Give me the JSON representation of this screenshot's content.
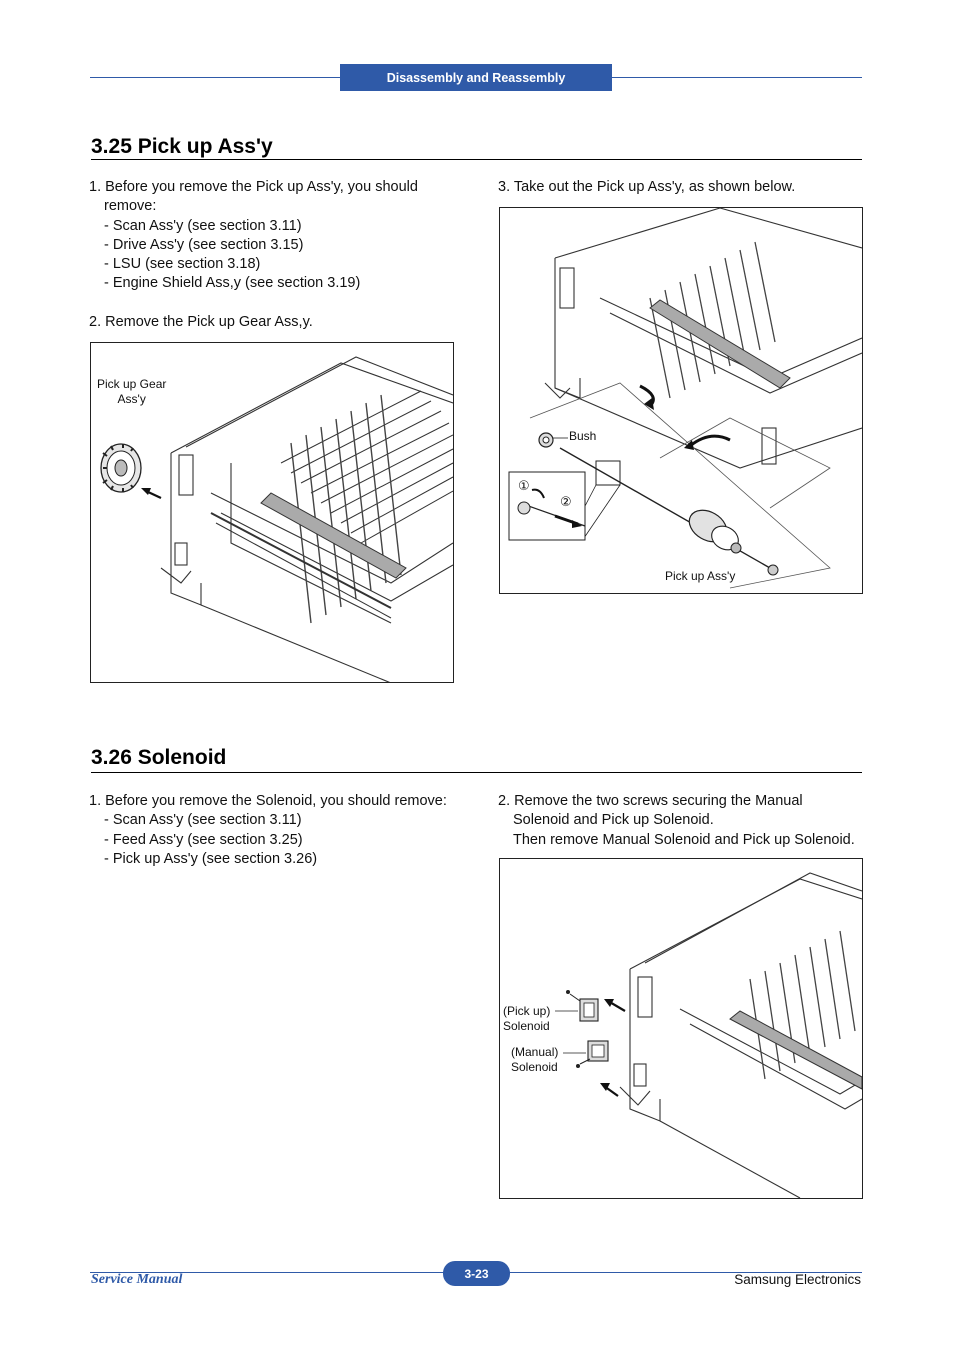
{
  "header": {
    "tab_label": "Disassembly and Reassembly"
  },
  "colors": {
    "accent": "#2f5aa8",
    "text": "#111111",
    "figure_border": "#222222"
  },
  "section_pickup": {
    "title": "3.25  Pick up Ass'y",
    "step1": {
      "lines": [
        "1. Before you remove the Pick up Ass'y, you should",
        "remove:",
        "- Scan Ass'y (see section 3.11)",
        "- Drive Ass'y (see section 3.15)",
        "- LSU (see section 3.18)",
        "- Engine Shield Ass,y (see section 3.19)"
      ]
    },
    "step2": {
      "text": "2. Remove the Pick up Gear Ass,y."
    },
    "step3": {
      "text": "3. Take out the Pick up Ass'y, as shown below."
    },
    "figure1": {
      "callout_line1": "Pick up Gear",
      "callout_line2": "Ass'y"
    },
    "figure2": {
      "bush_label": "Bush",
      "pickup_label": "Pick up Ass'y",
      "marker1": "①",
      "marker2": "②"
    }
  },
  "section_solenoid": {
    "title": "3.26  Solenoid",
    "step1": {
      "lines": [
        "1. Before you remove the Solenoid, you should remove:",
        "- Scan Ass'y (see section 3.11)",
        "- Feed Ass'y (see section 3.25)",
        "- Pick up Ass'y (see section 3.26)"
      ]
    },
    "step2": {
      "lines": [
        "2. Remove the two screws securing the Manual",
        "Solenoid and Pick up Solenoid.",
        "Then remove Manual Solenoid and Pick up Solenoid."
      ]
    },
    "figure3": {
      "pickup_solenoid_line1": "(Pick up)",
      "pickup_solenoid_line2": "Solenoid",
      "manual_solenoid_line1": "(Manual)",
      "manual_solenoid_line2": "Solenoid"
    }
  },
  "footer": {
    "left": "Service Manual",
    "page_number": "3-23",
    "right": "Samsung Electronics"
  }
}
